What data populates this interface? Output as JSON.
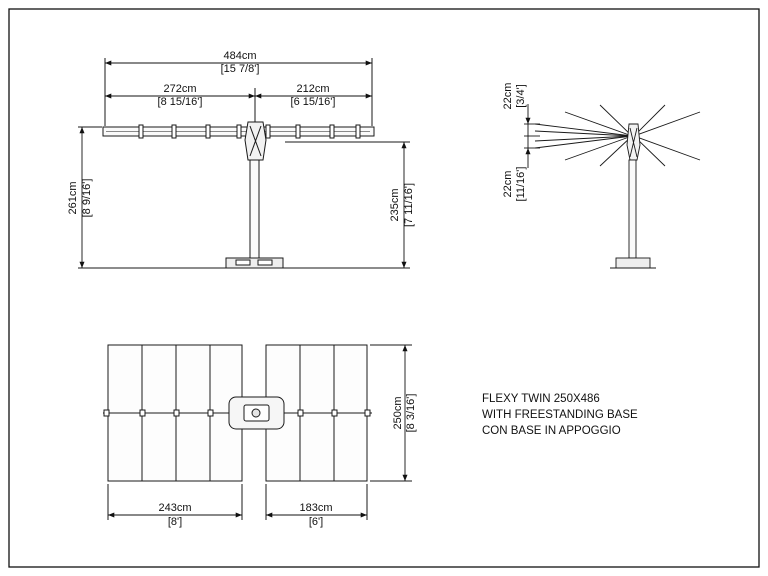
{
  "front_view": {
    "total_width": {
      "metric": "484cm",
      "imperial": "[15 7/8']"
    },
    "left_span": {
      "metric": "272cm",
      "imperial": "[8 15/16']"
    },
    "right_span": {
      "metric": "212cm",
      "imperial": "[6 15/16']"
    },
    "total_height": {
      "metric": "261cm",
      "imperial": "[8 9/16']"
    },
    "clearance_height": {
      "metric": "235cm",
      "imperial": "[7 11/16']"
    }
  },
  "side_view": {
    "upper_offset": {
      "metric": "22cm",
      "imperial": "[3/4']"
    },
    "lower_offset": {
      "metric": "22cm",
      "imperial": "[11/16']"
    }
  },
  "top_view": {
    "depth": {
      "metric": "250cm",
      "imperial": "[8 3/16']"
    },
    "left_width": {
      "metric": "243cm",
      "imperial": "[8']"
    },
    "right_width": {
      "metric": "183cm",
      "imperial": "[6']"
    }
  },
  "product_note": {
    "line1": "FLEXY TWIN 250X486",
    "line2": "WITH FREESTANDING BASE",
    "line3": "CON BASE IN APPOGGIO"
  },
  "colors": {
    "border": "#111111",
    "line": "#1a1a1a",
    "canopy": "#f4f4f4"
  }
}
